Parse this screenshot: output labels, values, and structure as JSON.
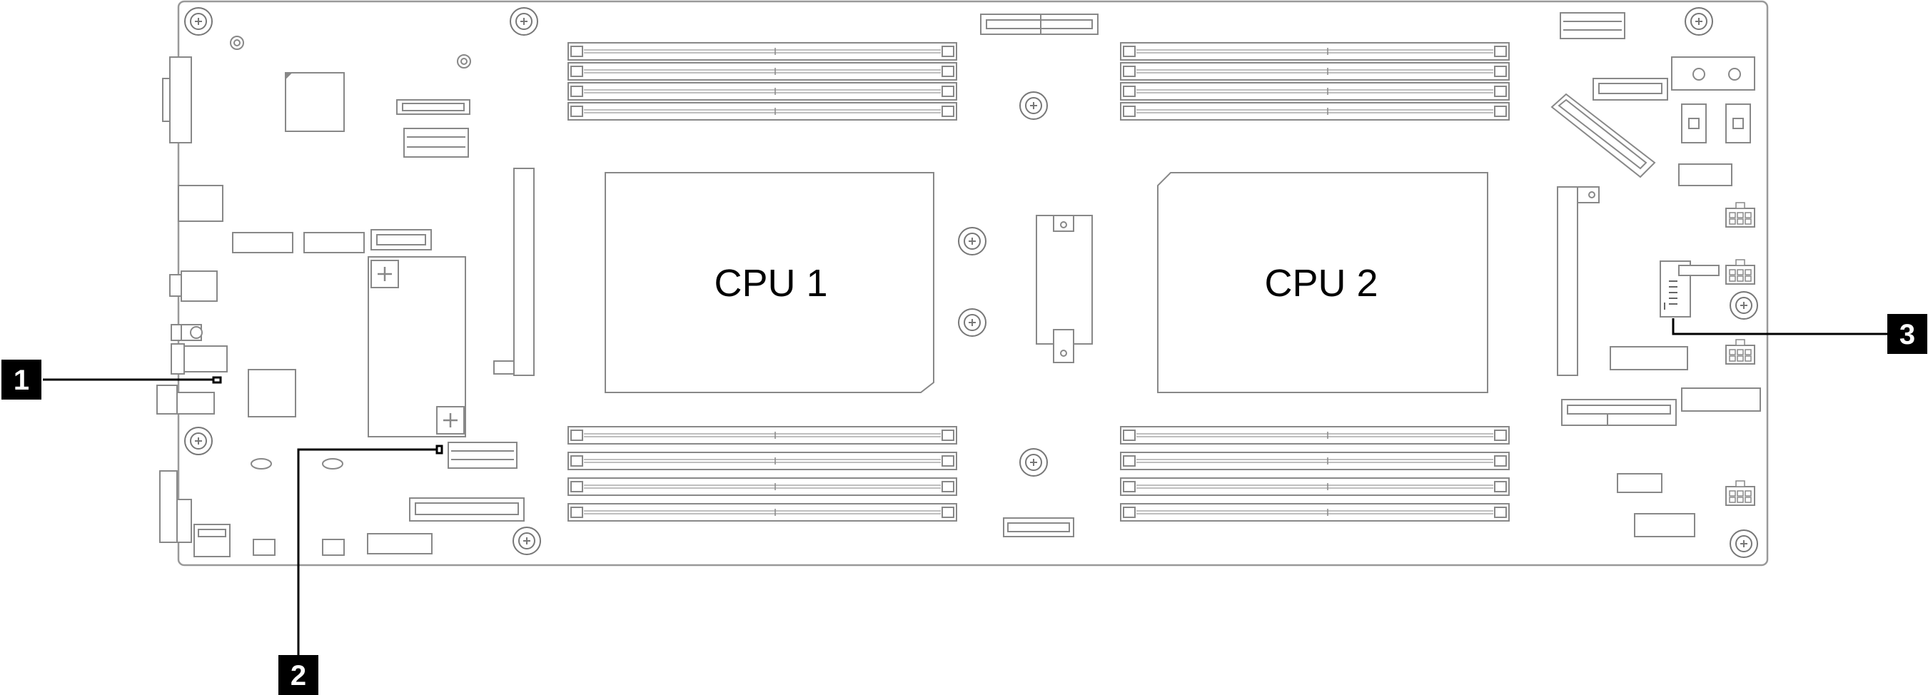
{
  "cpus": [
    {
      "label": "CPU 1"
    },
    {
      "label": "CPU 2"
    }
  ],
  "callouts": [
    {
      "number": "1"
    },
    {
      "number": "2"
    },
    {
      "number": "3"
    }
  ],
  "colors": {
    "line": "#555555",
    "outline": "#999999",
    "callout_fill": "#000000",
    "callout_text": "#ffffff"
  }
}
